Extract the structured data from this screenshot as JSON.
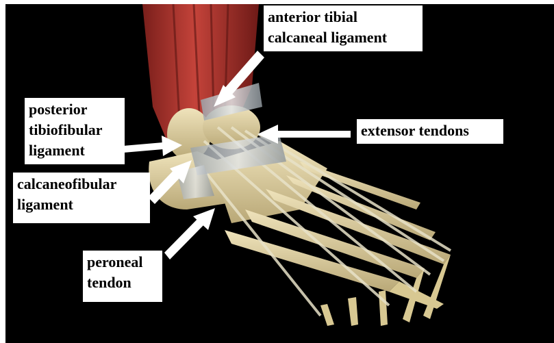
{
  "labels": {
    "anterior_tibial_calcaneal_ligament": "anterior tibial\ncalcaneal ligament",
    "extensor_tendons": "extensor tendons",
    "posterior_tibiofibular_ligament": "posterior\ntibiofibular\nligament",
    "calcaneofibular_ligament": "calcaneofibular\nligament",
    "peroneal_tendon": "peroneal\ntendon"
  },
  "colors": {
    "background": "#000000",
    "frame": "#ffffff",
    "label_background": "#ffffff",
    "label_text": "#000000",
    "arrow": "#ffffff",
    "muscle": "#b8352f",
    "bone": "#e2d3a3",
    "ligament": "#c9ced2"
  }
}
